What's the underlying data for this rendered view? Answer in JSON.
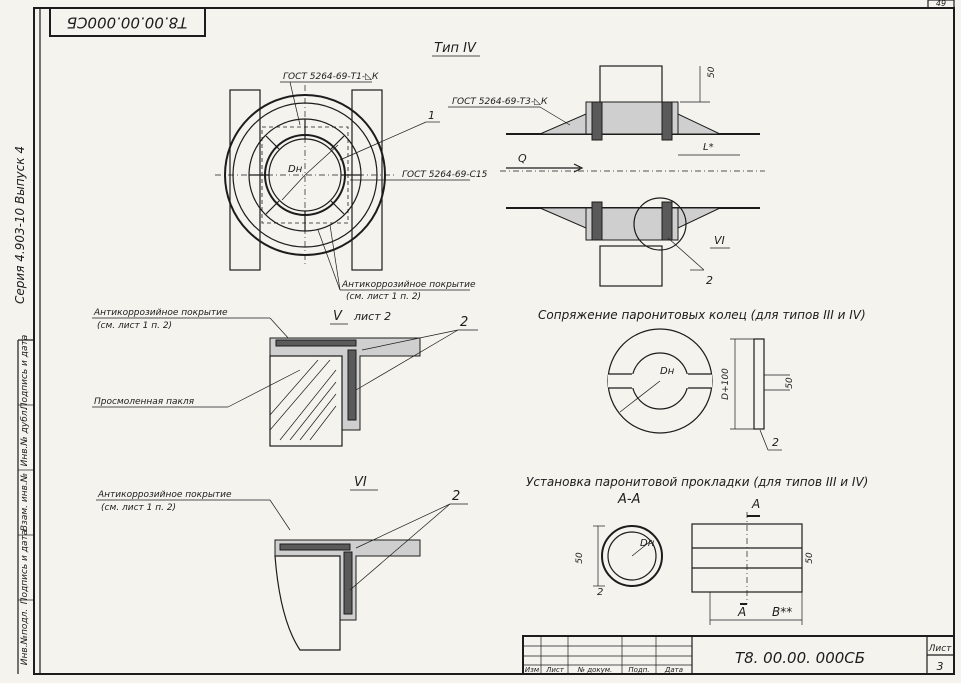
{
  "doc_code": "Т8.00.00.000СБ",
  "doc_code_rotated": "Т8.00.00.000СБ",
  "corner_number": "49",
  "series": "Серия 4.903-10  Выпуск 4",
  "type_title": "Тип  IV",
  "gost_1": "ГОСТ 5264-69-Т1-◺К",
  "gost_2": "ГОСТ 5264-69-Т3-◺К",
  "gost_3": "ГОСТ 5264-69-С15",
  "label_1": "1",
  "label_2": "2",
  "label_dh": "Dн",
  "label_flow": "Q",
  "dim_50": "50",
  "dim_l": "L*",
  "callout_vi": "VI",
  "anticorr_1": "Антикоррозийное покрытие",
  "anticorr_1_ref": "(см. лист 1 п. 2)",
  "anticorr_2": "Антикоррозийное покрытие",
  "anticorr_2_ref": "(см. лист 1 п. 2)",
  "anticorr_3": "Антикоррозийное покрытие",
  "anticorr_3_ref": "(см. лист 1 п. 2)",
  "detail_v": "V",
  "detail_v_sheet": "лист 2",
  "detail_vi": "VI",
  "oakum": "Просмоленная пакля",
  "rings_title": "Сопряжение паронитовых колец (для типов III и IV)",
  "dim_d100": "D+100",
  "install_title": "Установка паронитовой прокладки (для типов III и IV)",
  "section_aa": "А-А",
  "mark_a": "А",
  "dim_b": "В**",
  "side_labels": [
    "Инв.№подл.",
    "Подпись и дата",
    "Взам. инв.№",
    "Инв.№ дубл.",
    "Подпись и дата"
  ],
  "title_block": {
    "cols": [
      "Изм",
      "Лист",
      "№ докум.",
      "Подп.",
      "Дата"
    ],
    "code": "Т8. 00.00. 000СБ",
    "sheet_label": "Лист",
    "sheet_no": "3"
  }
}
